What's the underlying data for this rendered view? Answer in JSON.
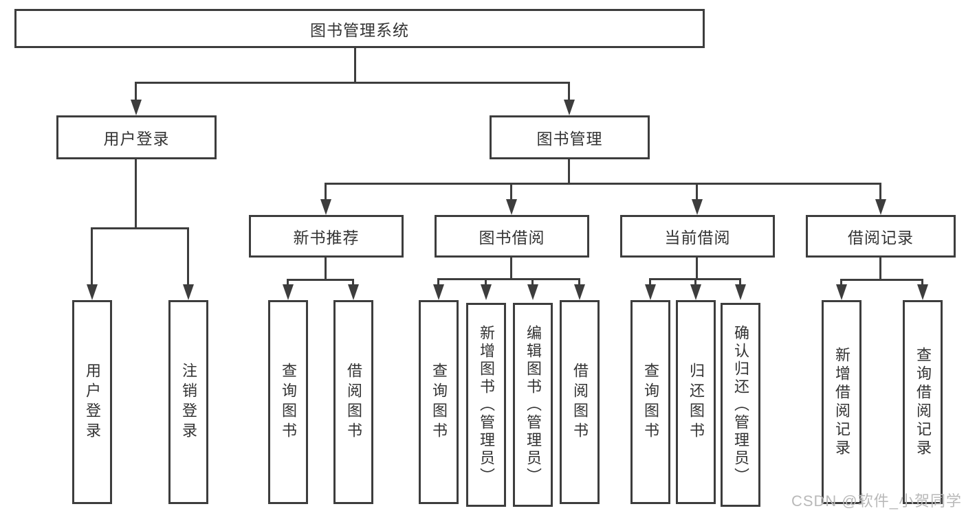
{
  "nodes": {
    "root": {
      "label": "图书管理系统"
    },
    "level2": [
      {
        "label": "用户登录"
      },
      {
        "label": "图书管理"
      }
    ],
    "level3": [
      {
        "label": "新书推荐"
      },
      {
        "label": "图书借阅"
      },
      {
        "label": "当前借阅"
      },
      {
        "label": "借阅记录"
      }
    ],
    "leaves_login": [
      {
        "label": "用户登录"
      },
      {
        "label": "注销登录"
      }
    ],
    "leaves_newbook": [
      {
        "label": "查询图书"
      },
      {
        "label": "借阅图书"
      }
    ],
    "leaves_borrow": [
      {
        "label": "查询图书"
      },
      {
        "label": "新增图书（管理员）"
      },
      {
        "label": "编辑图书（管理员）"
      },
      {
        "label": "借阅图书"
      }
    ],
    "leaves_current": [
      {
        "label": "查询图书"
      },
      {
        "label": "归还图书"
      },
      {
        "label": "确认归还（管理员）"
      }
    ],
    "leaves_records": [
      {
        "label": "新增借阅记录"
      },
      {
        "label": "查询借阅记录"
      }
    ]
  },
  "watermark": "CSDN @软件_小贺同学",
  "colors": {
    "line": "#3d3d3d",
    "text": "#333333",
    "watermark": "#b9b9b9",
    "background": "#ffffff"
  }
}
